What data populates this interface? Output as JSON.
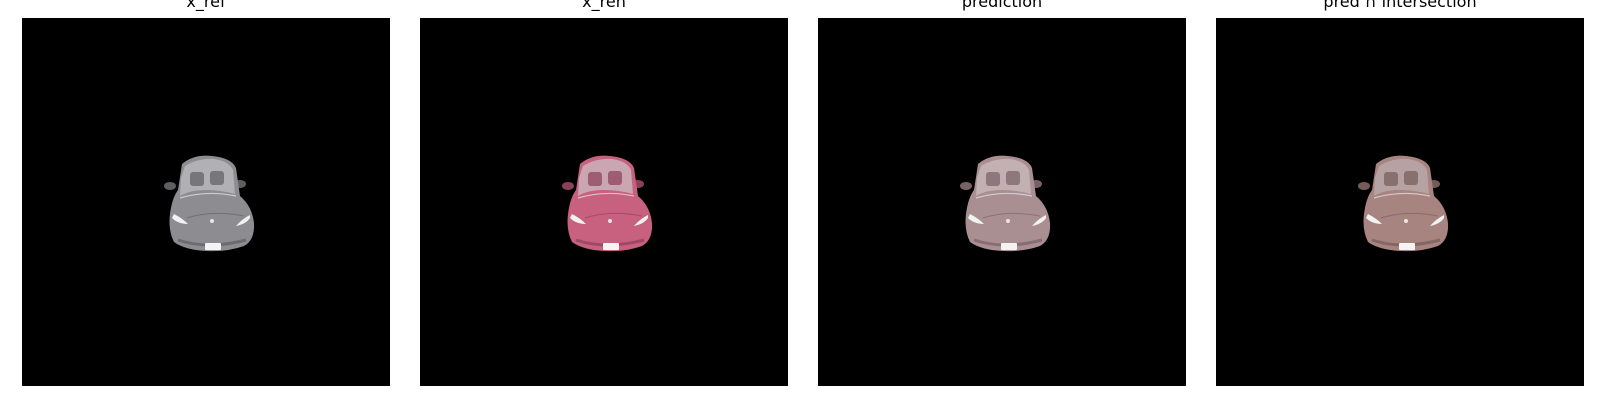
{
  "panels": [
    {
      "title": "x_ref",
      "car_body_color": "#8d8d91",
      "car_glass_color": "#b7b7bb",
      "car_shade_color": "#5e5e62"
    },
    {
      "title": "x_ren",
      "car_body_color": "#c8607f",
      "car_glass_color": "#c9b3bb",
      "car_shade_color": "#8b3f58"
    },
    {
      "title": "prediction",
      "car_body_color": "#a98e92",
      "car_glass_color": "#c7b6b7",
      "car_shade_color": "#776166"
    },
    {
      "title": "pred ∩ intersection",
      "car_body_color": "#a7847f",
      "car_glass_color": "#b9a7a8",
      "car_shade_color": "#745b58"
    }
  ],
  "colors": {
    "background": "#ffffff",
    "panel_background": "#000000",
    "text": "#000000"
  }
}
